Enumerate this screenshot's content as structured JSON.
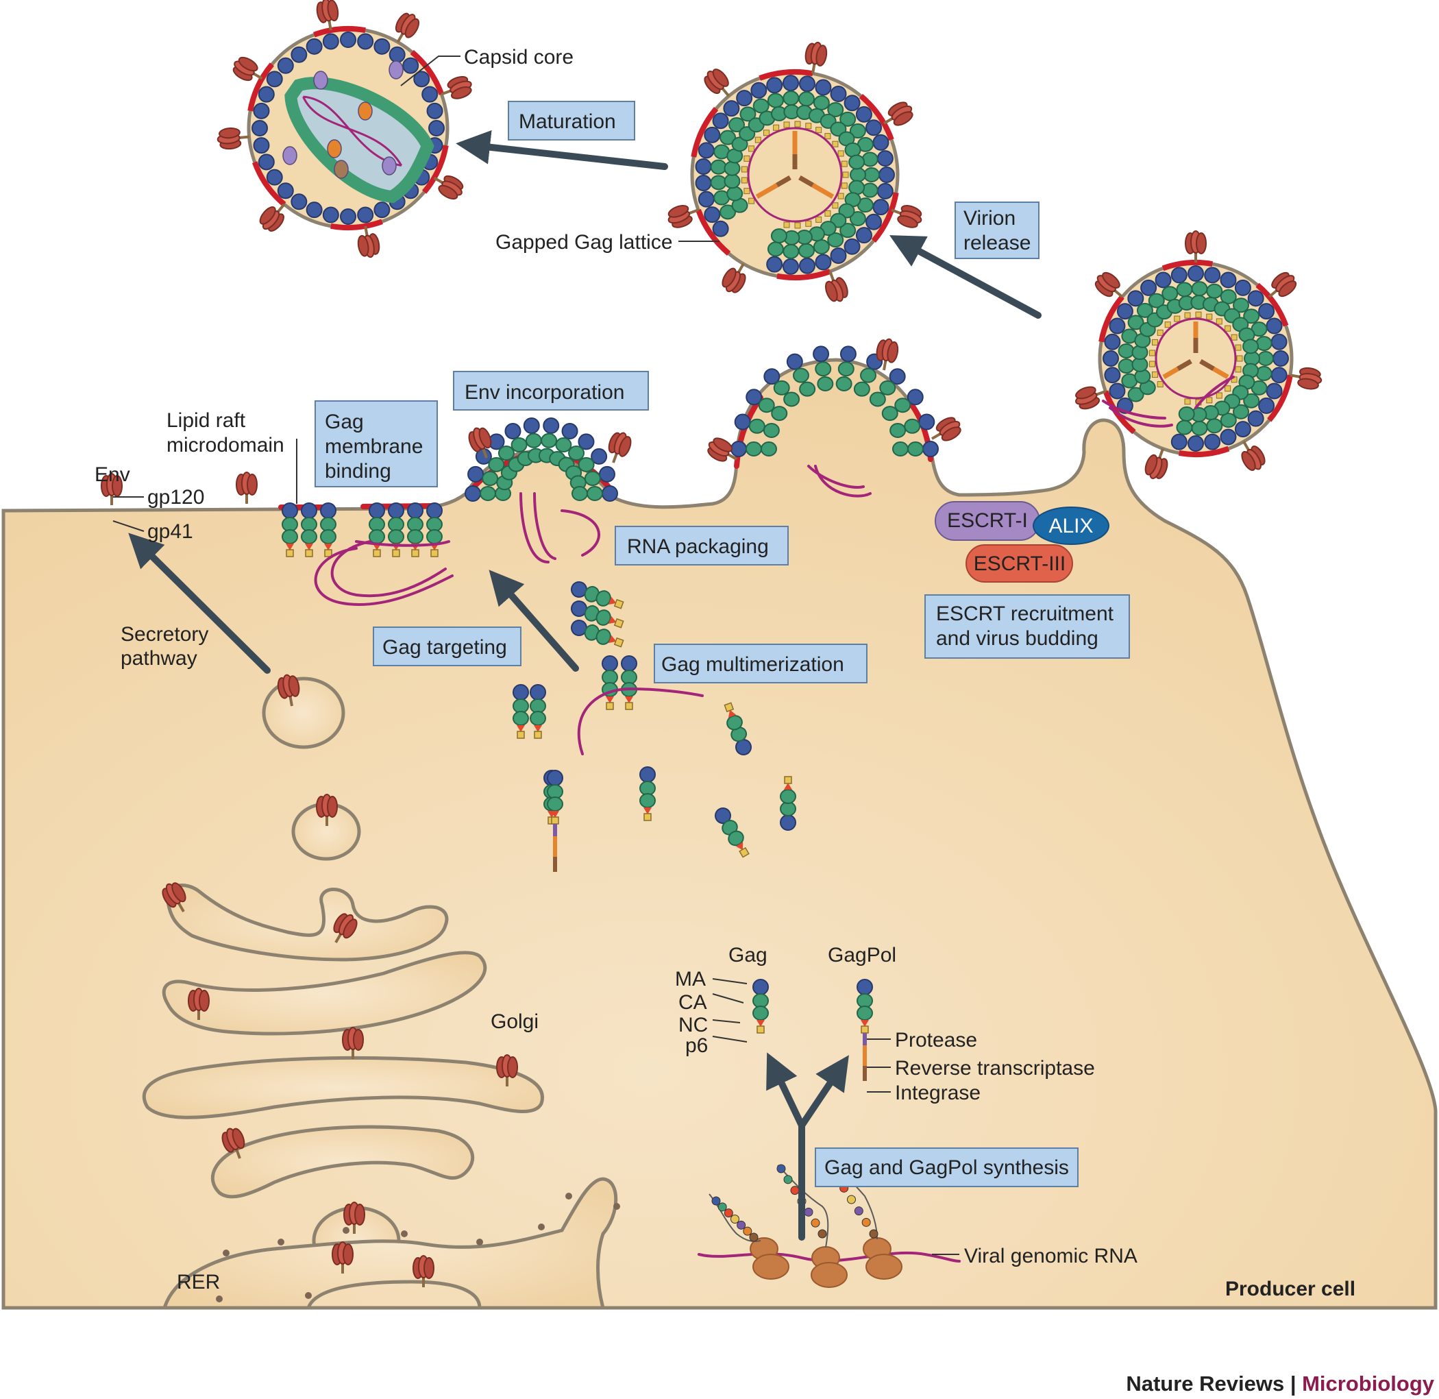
{
  "labels": {
    "capsid_core": "Capsid core",
    "gapped_gag_lattice": "Gapped Gag lattice",
    "lipid_raft_line1": "Lipid raft",
    "lipid_raft_line2": "microdomain",
    "env": "Env",
    "gp120": "gp120",
    "gp41": "gp41",
    "secretory_line1": "Secretory",
    "secretory_line2": "pathway",
    "golgi": "Golgi",
    "rer": "RER",
    "gag": "Gag",
    "gagpol": "GagPol",
    "ma": "MA",
    "ca": "CA",
    "nc": "NC",
    "p6": "p6",
    "protease": "Protease",
    "reverse_transcriptase": "Reverse transcriptase",
    "integrase": "Integrase",
    "viral_genomic_rna": "Viral genomic RNA",
    "producer_cell": "Producer cell",
    "escrt_i": "ESCRT-I",
    "alix": "ALIX",
    "escrt_iii": "ESCRT-III"
  },
  "steps": {
    "maturation": "Maturation",
    "virion_release_line1": "Virion",
    "virion_release_line2": "release",
    "env_incorporation": "Env incorporation",
    "gag_membrane_line1": "Gag",
    "gag_membrane_line2": "membrane",
    "gag_membrane_line3": "binding",
    "rna_packaging": "RNA packaging",
    "gag_targeting": "Gag targeting",
    "gag_multimerization": "Gag multimerization",
    "escrt_line1": "ESCRT recruitment",
    "escrt_line2": "and virus budding",
    "synthesis": "Gag and GagPol synthesis"
  },
  "footer": {
    "journal": "Nature Reviews",
    "separator": " | ",
    "section": "Microbiology"
  },
  "colors": {
    "cell": "#f3d5a6",
    "membrane": "#8d8270",
    "box_fill": "#b7d2ec",
    "box_stroke": "#5d7fa4",
    "ma": "#3f5b9f",
    "ca": "#3f9c73",
    "raft": "#cc1f2a",
    "rna": "#a3257a",
    "env": "#b4473b",
    "arrow": "#3a4a56",
    "journal_accent": "#8b1c4d"
  }
}
